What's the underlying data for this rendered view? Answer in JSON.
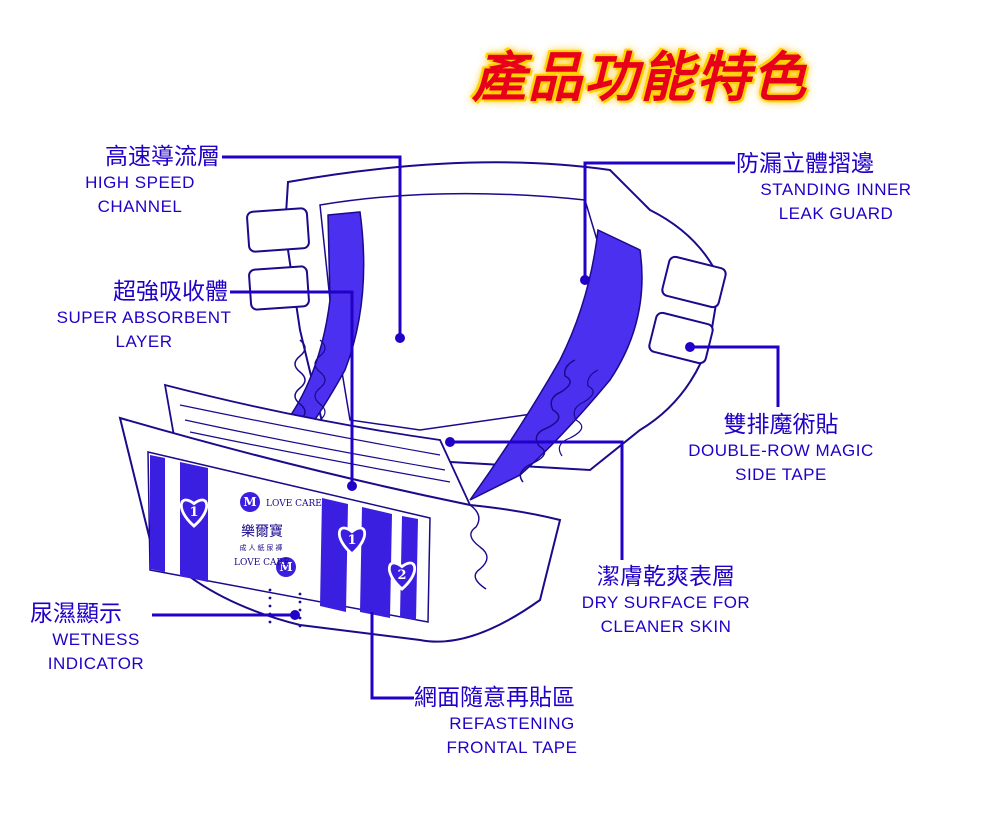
{
  "title": "產品功能特色",
  "colors": {
    "accent": "#2200c8",
    "title_red": "#e8001a",
    "title_glow": "#ffd800",
    "band": "#3b1fe0"
  },
  "callouts": [
    {
      "id": "high-speed-channel",
      "zh": "高速導流層",
      "en": [
        "HIGH SPEED",
        "CHANNEL"
      ]
    },
    {
      "id": "super-absorbent-layer",
      "zh": "超強吸收體",
      "en": [
        "SUPER ABSORBENT",
        "LAYER"
      ]
    },
    {
      "id": "standing-inner-leak-guard",
      "zh": "防漏立體摺邊",
      "en": [
        "STANDING INNER",
        "LEAK GUARD"
      ]
    },
    {
      "id": "double-row-magic-side-tape",
      "zh": "雙排魔術貼",
      "en": [
        "DOUBLE-ROW MAGIC",
        "SIDE TAPE"
      ]
    },
    {
      "id": "dry-surface",
      "zh": "潔膚乾爽表層",
      "en": [
        "DRY SURFACE FOR",
        "CLEANER SKIN"
      ]
    },
    {
      "id": "wetness-indicator",
      "zh": "尿濕顯示",
      "en": [
        "WETNESS",
        "INDICATOR"
      ]
    },
    {
      "id": "refastening-frontal-tape",
      "zh": "網面隨意再貼區",
      "en": [
        "REFASTENING",
        "FRONTAL TAPE"
      ]
    }
  ],
  "product_print": {
    "brand": "LOVE CARE",
    "name_zh": "樂爾寶",
    "sub_zh": "成人紙尿褲",
    "heart_numbers": [
      "1",
      "1",
      "2"
    ],
    "logo_letter": "M"
  }
}
